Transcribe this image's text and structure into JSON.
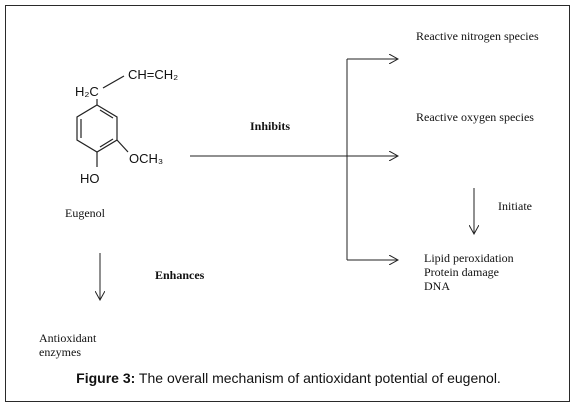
{
  "diagram": {
    "molecule": {
      "h2c": "H₂C",
      "vinyl": "CH=CH₂",
      "methoxy": "OCH₃",
      "hydroxyl": "HO",
      "name": "Eugenol"
    },
    "labels": {
      "inhibits": "Inhibits",
      "enhances": "Enhances",
      "initiate": "Initiate"
    },
    "targets": {
      "rns": "Reactive nitrogen species",
      "ros": "Reactive oxygen species",
      "lipid": "Lipid peroxidation",
      "protein": "Protein damage",
      "dna": "DNA"
    },
    "antioxidant": {
      "line1": "Antioxidant",
      "line2": "enzymes"
    }
  },
  "caption": {
    "label": "Figure 3:",
    "text": " The overall mechanism of antioxidant potential of eugenol."
  }
}
